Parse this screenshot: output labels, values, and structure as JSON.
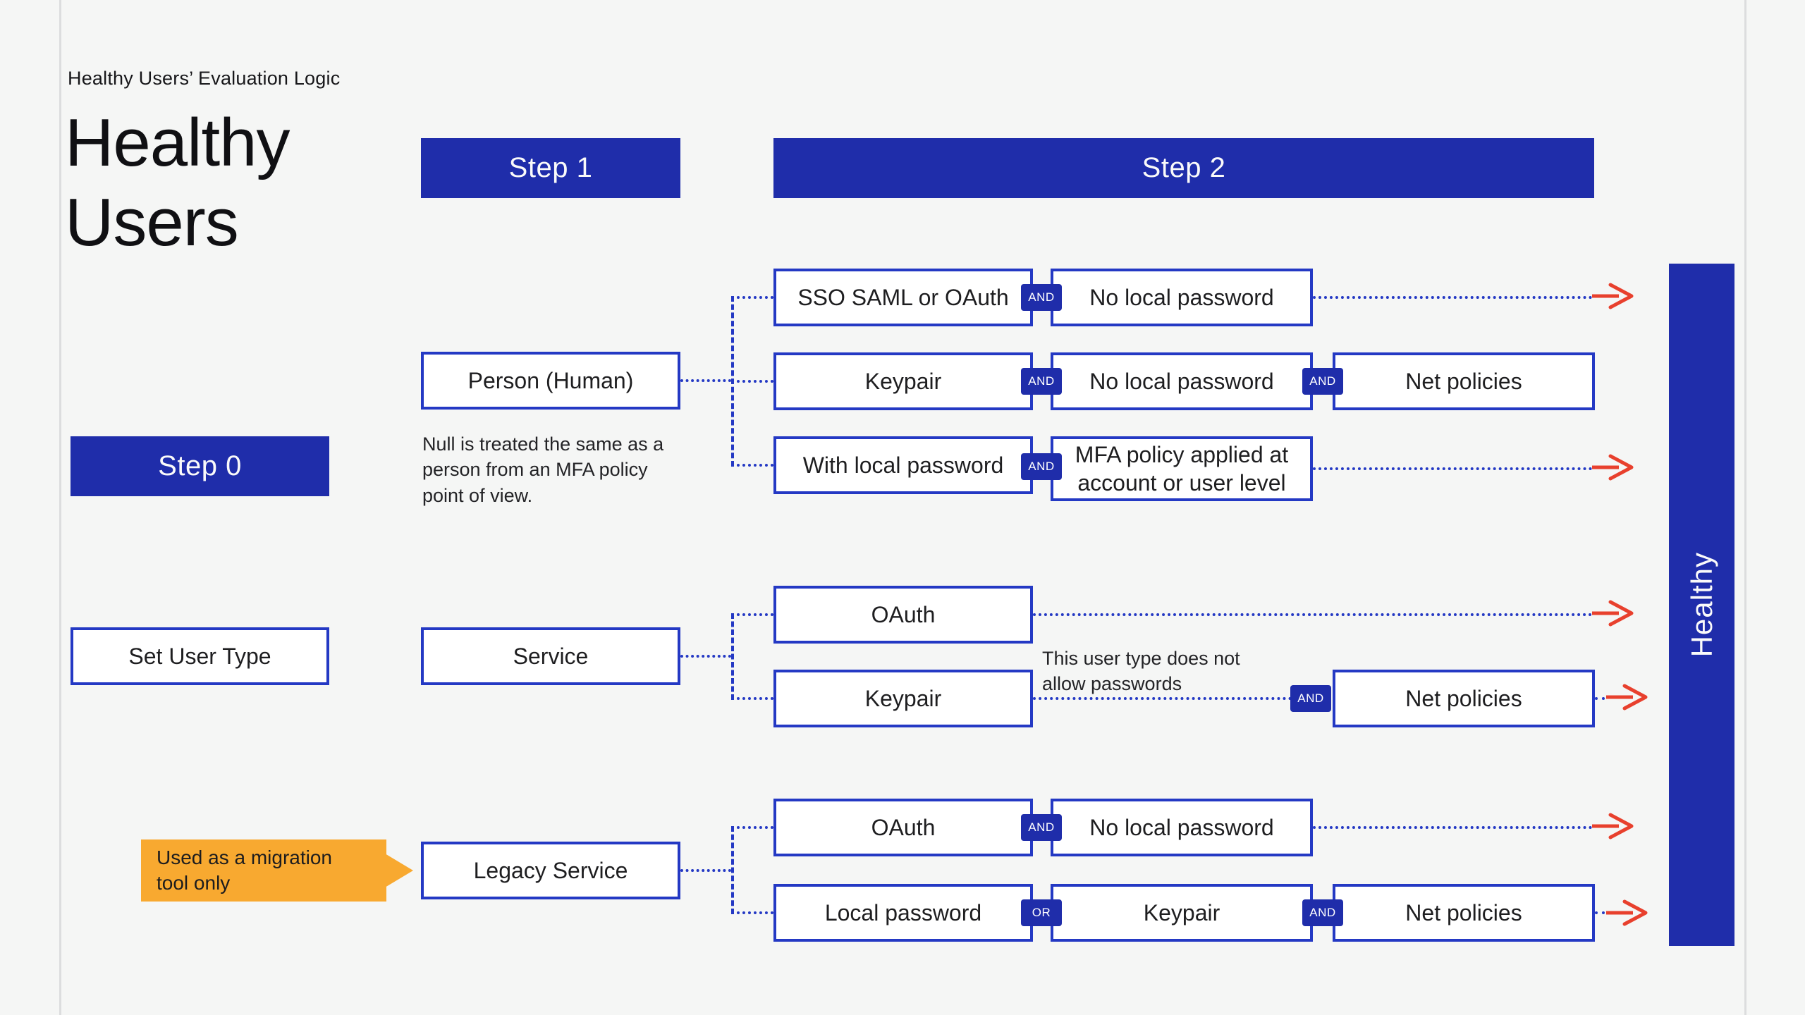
{
  "header": {
    "kicker": "Healthy Users’ Evaluation Logic",
    "title_line1": "Healthy",
    "title_line2": "Users"
  },
  "headers": {
    "step0": "Step 0",
    "step1": "Step 1",
    "step2": "Step 2",
    "healthy": "Healthy"
  },
  "nodes": {
    "set_user_type": "Set User Type",
    "person": "Person (Human)",
    "service": "Service",
    "legacy_service": "Legacy Service",
    "sso": "SSO SAML or OAuth",
    "no_local_password": "No local password",
    "keypair": "Keypair",
    "net_policies": "Net policies",
    "with_local_password": "With local password",
    "mfa_policy": "MFA policy applied at account or user level",
    "oauth": "OAuth",
    "local_password": "Local password"
  },
  "badges": {
    "and": "AND",
    "or": "OR"
  },
  "notes": {
    "null_note": "Null is treated the same as a person from an MFA policy point of view.",
    "service_note": "This user type does not allow passwords",
    "migration_note": "Used as a migration tool only"
  },
  "colors": {
    "background": "#f5f6f5",
    "bar_blue": "#1f2daa",
    "border_blue": "#2439c4",
    "arrow_red": "#e8402d",
    "callout_orange": "#f8a930",
    "text_dark": "#1e1e20"
  }
}
